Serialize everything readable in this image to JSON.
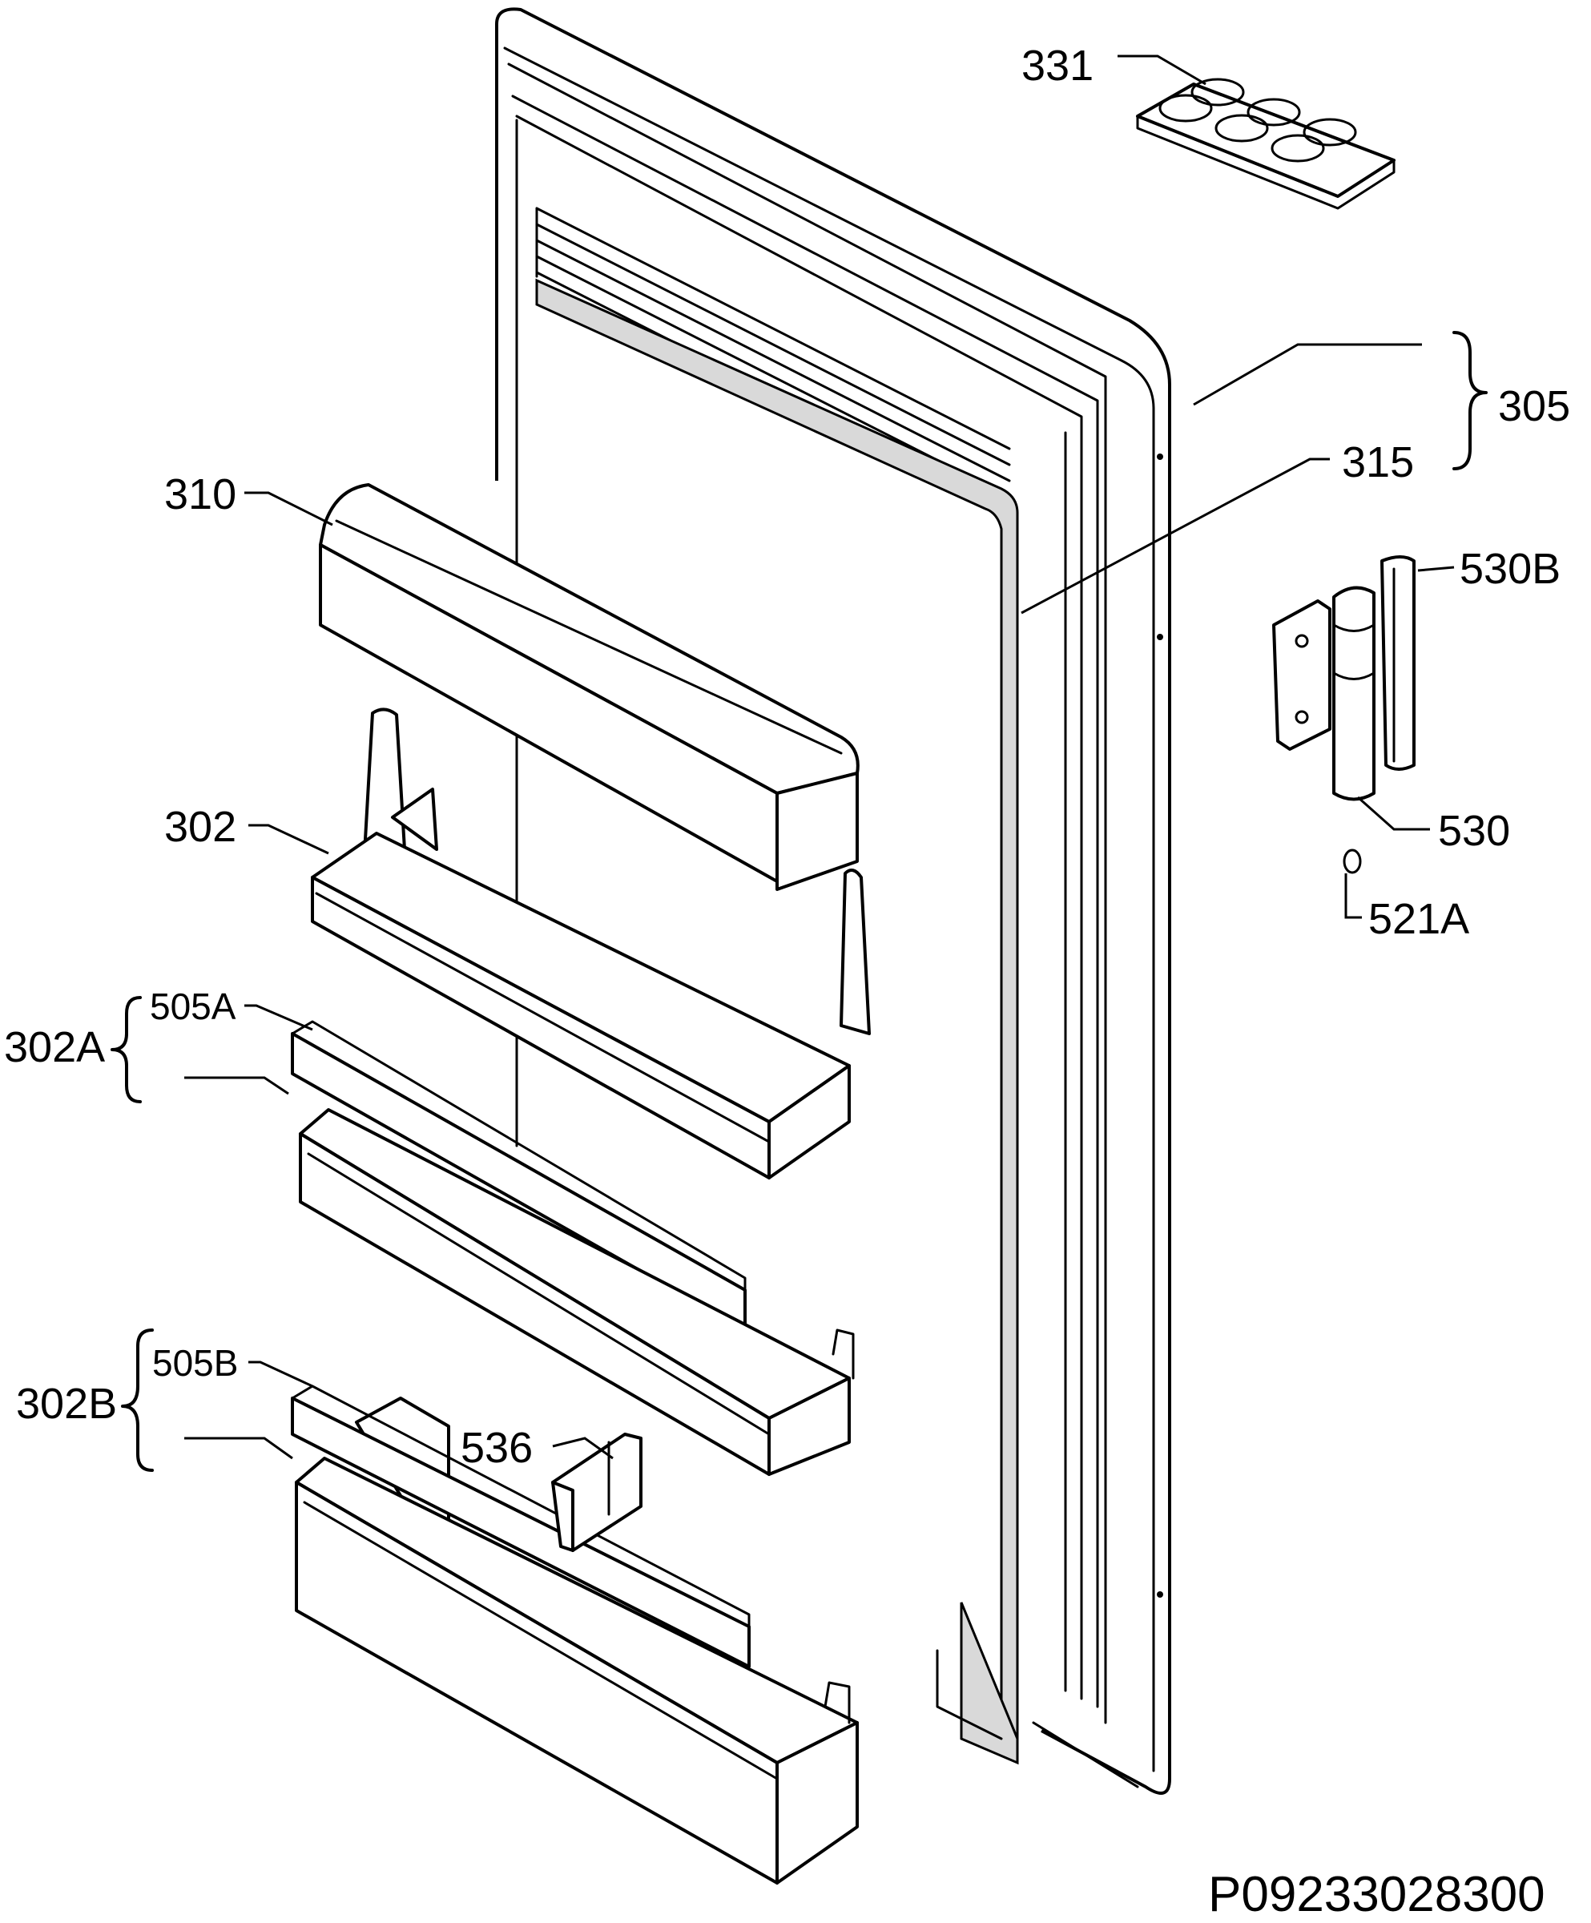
{
  "diagram": {
    "drawing_number": "P09233028300",
    "labels": {
      "p331": "331",
      "p305": "305",
      "p315": "315",
      "p310": "310",
      "p530b": "530B",
      "p302": "302",
      "p530": "530",
      "p521a": "521A",
      "p302a": "302A",
      "p505a": "505A",
      "p302b": "302B",
      "p505b": "505B",
      "p536": "536"
    }
  }
}
